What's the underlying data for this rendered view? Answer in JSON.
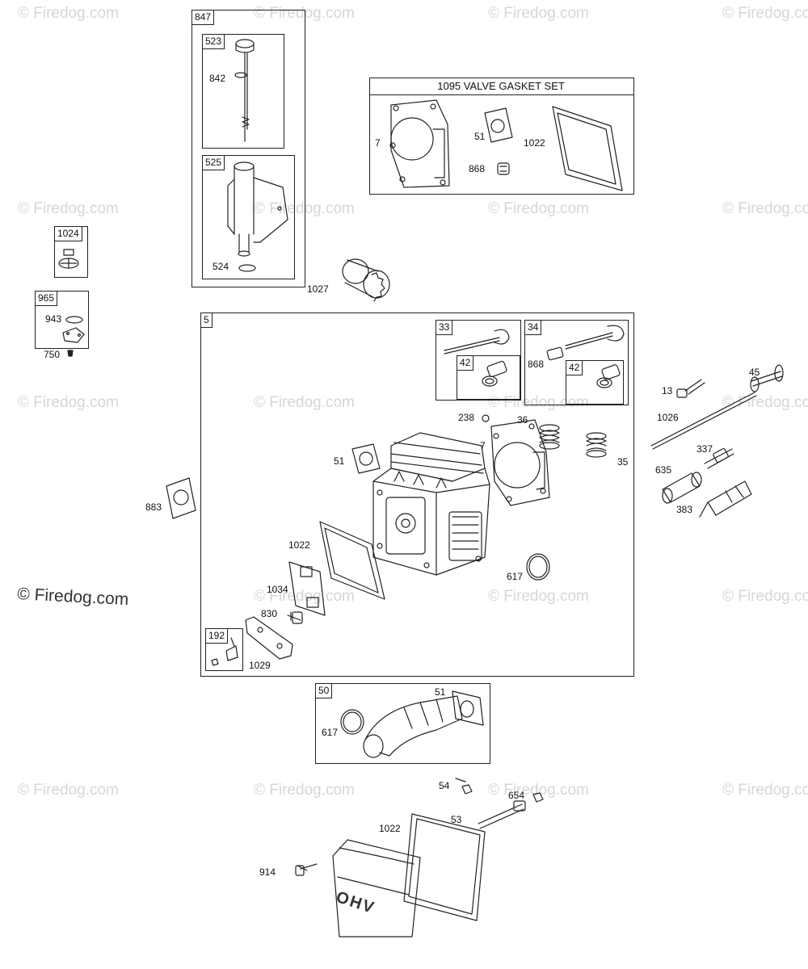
{
  "watermark": {
    "text": "© Firedog.com",
    "copyright": "©",
    "brand": "Firedog.com"
  },
  "kits": {
    "k847": "847",
    "k523": "523",
    "k525": "525",
    "k1024": "1024",
    "k965": "965",
    "k1095_title": "1095 VALVE GASKET SET",
    "k5": "5",
    "k33": "33",
    "k34": "34",
    "k42a": "42",
    "k42b": "42",
    "k192": "192",
    "k50": "50"
  },
  "callouts": {
    "c842": "842",
    "c524": "524",
    "c1027": "1027",
    "c943": "943",
    "c750": "750",
    "v7": "7",
    "v51": "51",
    "v868": "868",
    "v1022": "1022",
    "c868b": "868",
    "c238": "238",
    "c36": "36",
    "c7b": "7",
    "c35": "35",
    "c51b": "51",
    "c1022b": "1022",
    "c1034": "1034",
    "c830": "830",
    "c1029": "1029",
    "c617": "617",
    "c883": "883",
    "c13": "13",
    "c45": "45",
    "c1026": "1026",
    "c337": "337",
    "c635": "635",
    "c383": "383",
    "c51c": "51",
    "c617b": "617",
    "c54": "54",
    "c654": "654",
    "c53": "53",
    "c1022c": "1022",
    "c914": "914"
  },
  "cover_text": "OHV"
}
